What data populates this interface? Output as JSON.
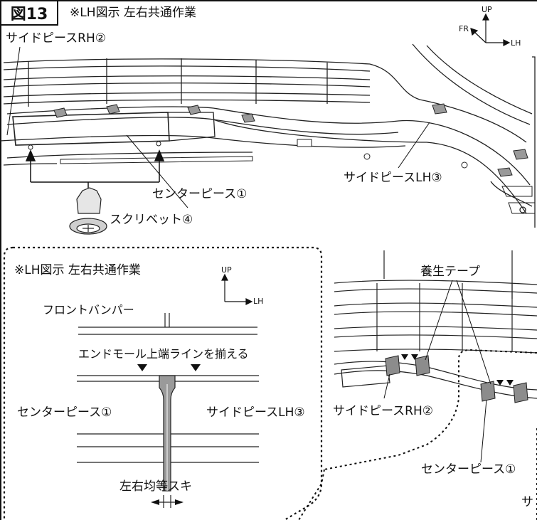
{
  "figure": {
    "number": "図13",
    "note": "※LH図示 左右共通作業"
  },
  "top_diagram": {
    "orientation": {
      "up": "UP",
      "fr": "FR",
      "lh": "LH"
    },
    "labels": {
      "side_piece_rh": "サイドピースRH②",
      "center_piece": "センターピース①",
      "side_piece_lh": "サイドピースLH③",
      "scrivet": "スクリベット④"
    }
  },
  "inset": {
    "note": "※LH図示 左右共通作業",
    "orientation": {
      "up": "UP",
      "lh": "LH"
    },
    "labels": {
      "front_bumper": "フロントバンパー",
      "align_instruction": "エンドモール上端ラインを揃える",
      "center_piece": "センターピース①",
      "side_piece_lh": "サイドピースLH③",
      "equal_gap": "左右均等スキ"
    }
  },
  "bottom_right": {
    "labels": {
      "protective_tape": "養生テープ",
      "side_piece_rh": "サイドピースRH②",
      "center_piece": "センターピース①",
      "cut_off": "サ"
    }
  }
}
